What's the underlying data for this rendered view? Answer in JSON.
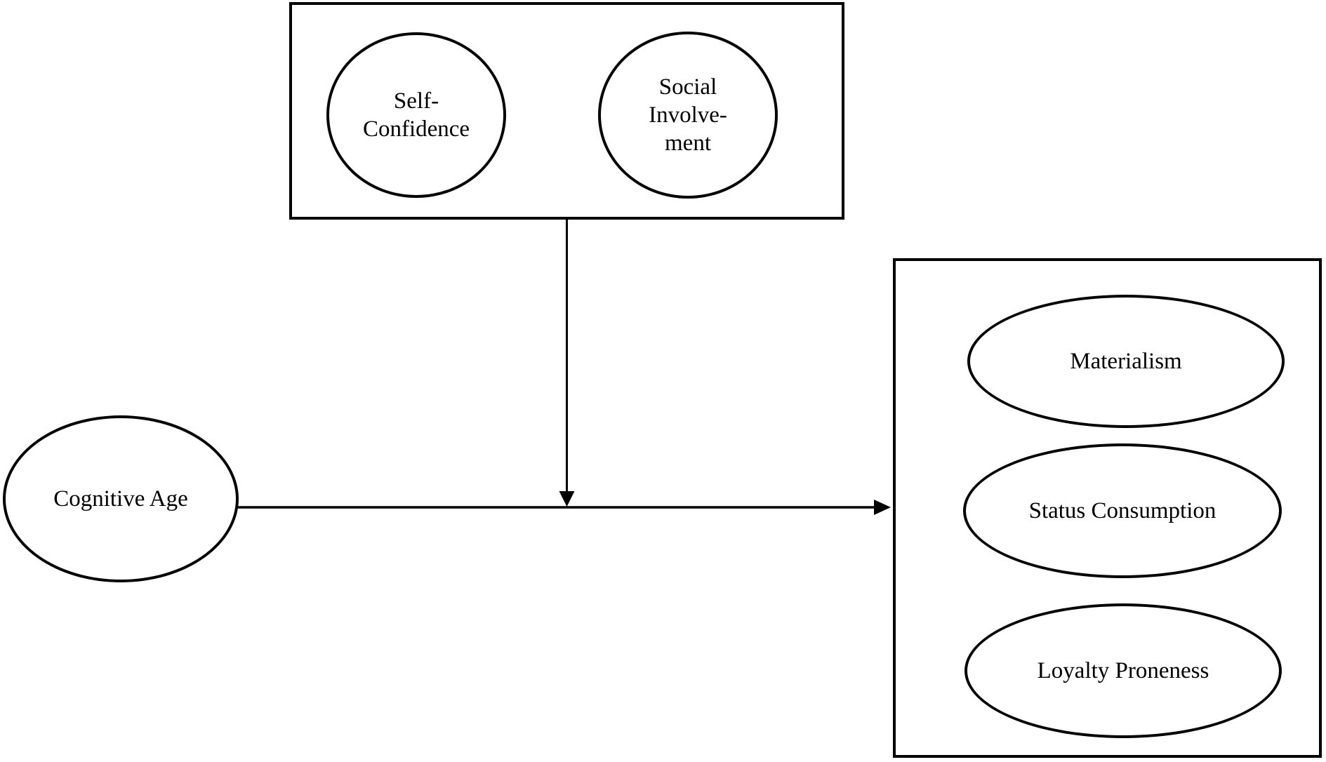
{
  "model": {
    "moderators_box": {
      "nodes": [
        {
          "id": "self-confidence",
          "lines": [
            "Self-",
            "Confidence"
          ]
        },
        {
          "id": "social-involvement",
          "lines": [
            "Social",
            "Involve-",
            "ment"
          ]
        }
      ]
    },
    "independent": {
      "label": "Cognitive Age"
    },
    "outcomes_box": {
      "nodes": [
        {
          "label": "Materialism"
        },
        {
          "label": "Status Consumption"
        },
        {
          "label": "Loyalty Proneness"
        }
      ]
    },
    "arrows": [
      {
        "id": "moderation-arrow",
        "from": "moderators-box",
        "to": "main-effect-arrow",
        "direction": "down"
      },
      {
        "id": "main-effect-arrow",
        "from": "cognitive-age",
        "to": "outcomes-box",
        "direction": "right"
      }
    ],
    "colors": {
      "stroke": "#000000",
      "background": "#ffffff"
    }
  }
}
